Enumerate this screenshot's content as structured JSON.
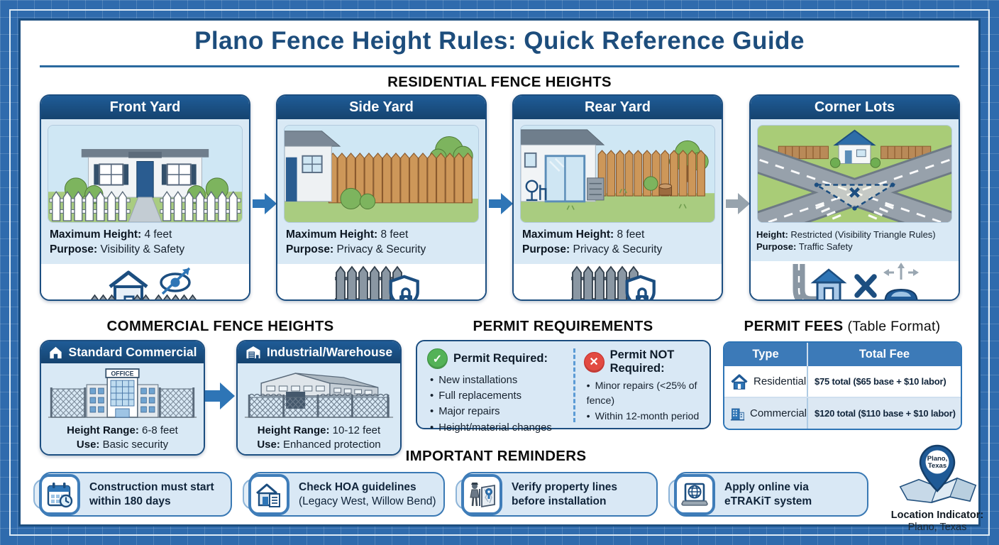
{
  "title": "Plano Fence Height Rules: Quick Reference Guide",
  "colors": {
    "blueprint_blue": "#2f6bad",
    "accent_navy": "#1c4e80",
    "panel_light_blue": "#d9e8f5",
    "table_header_blue": "#3c7ab8",
    "arrow_blue": "#2e75b6",
    "arrow_gray": "#97a3ad",
    "check_green": "#53b257",
    "cross_red": "#e24a42",
    "fence_wood": "#c9935b"
  },
  "sections": {
    "residential": {
      "heading": "RESIDENTIAL FENCE HEIGHTS",
      "cards": [
        {
          "title": "Front Yard",
          "line1_label": "Maximum Height:",
          "line1_value": "4 feet",
          "line2_label": "Purpose:",
          "line2_value": "Visibility & Safety"
        },
        {
          "title": "Side Yard",
          "line1_label": "Maximum Height:",
          "line1_value": "8 feet",
          "line2_label": "Purpose:",
          "line2_value": "Privacy & Security"
        },
        {
          "title": "Rear Yard",
          "line1_label": "Maximum Height:",
          "line1_value": "8 feet",
          "line2_label": "Purpose:",
          "line2_value": "Privacy & Security"
        },
        {
          "title": "Corner Lots",
          "line1_label": "Height:",
          "line1_value": "Restricted (Visibility Triangle Rules)",
          "line2_label": "Purpose:",
          "line2_value": "Traffic Safety"
        }
      ]
    },
    "commercial": {
      "heading": "COMMERCIAL FENCE HEIGHTS",
      "cards": [
        {
          "title": "Standard Commercial",
          "sign": "OFFICE",
          "line1_label": "Height Range:",
          "line1_value": "6-8 feet",
          "line2_label": "Use:",
          "line2_value": "Basic security"
        },
        {
          "title": "Industrial/Warehouse",
          "line1_label": "Height Range:",
          "line1_value": "10-12 feet",
          "line2_label": "Use:",
          "line2_value": "Enhanced protection"
        }
      ]
    },
    "permits": {
      "heading": "PERMIT REQUIREMENTS",
      "required": {
        "title": "Permit Required:",
        "items": [
          "New installations",
          "Full replacements",
          "Major repairs",
          "Height/material changes"
        ]
      },
      "not_required": {
        "title": "Permit NOT Required:",
        "items": [
          "Minor repairs (<25% of fence)",
          "Within 12-month period"
        ]
      }
    },
    "fees": {
      "heading_bold": "PERMIT FEES",
      "heading_normal": "(Table Format)",
      "columns": [
        "Type",
        "Total Fee"
      ],
      "rows": [
        {
          "type": "Residential",
          "fee": "$75 total ($65 base + $10 labor)"
        },
        {
          "type": "Commercial",
          "fee": "$120 total ($110 base + $10 labor)"
        }
      ]
    },
    "reminders": {
      "heading": "IMPORTANT REMINDERS",
      "items": [
        {
          "line1": "Construction must start",
          "line2": "within 180 days"
        },
        {
          "line1": "Check HOA guidelines",
          "line2": "(Legacy West, Willow Bend)"
        },
        {
          "line1": "Verify property lines",
          "line2": "before installation"
        },
        {
          "line1": "Apply online via",
          "line2": "eTRAKiT system"
        }
      ]
    },
    "location": {
      "pin_line1": "Plano,",
      "pin_line2": "Texas",
      "caption_bold": "Location Indicator:",
      "caption_normal": "Plano, Texas"
    }
  }
}
